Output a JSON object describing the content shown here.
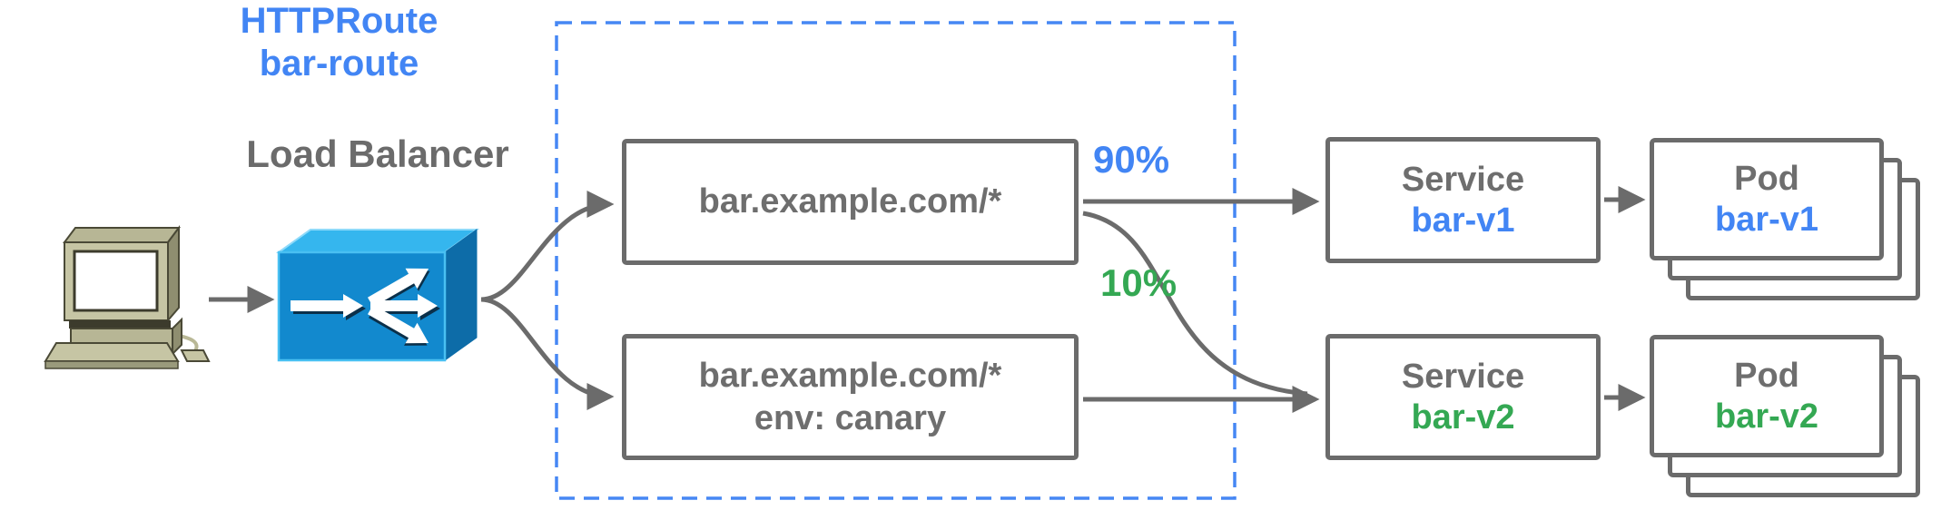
{
  "diagram": {
    "client": {
      "icon": "desktop-computer"
    },
    "load_balancer": {
      "label": "Load Balancer",
      "icon": "load-balancer-traffic-splitter-box"
    },
    "http_route": {
      "kind": "HTTPRoute",
      "name": "bar-route",
      "rules": [
        {
          "match": "bar.example.com/*",
          "weight_label": "90%",
          "weight_color": "#4285f4",
          "target_service": "bar-v1"
        },
        {
          "match": "bar.example.com/*",
          "header": "env: canary",
          "weight_label": "10%",
          "weight_color": "#34a853",
          "target_service": "bar-v2"
        }
      ]
    },
    "services": [
      {
        "type_label": "Service",
        "name": "bar-v1",
        "name_color": "#4285f4"
      },
      {
        "type_label": "Service",
        "name": "bar-v2",
        "name_color": "#34a853"
      }
    ],
    "pods": [
      {
        "type_label": "Pod",
        "name": "bar-v1",
        "name_color": "#4285f4"
      },
      {
        "type_label": "Pod",
        "name": "bar-v2",
        "name_color": "#34a853"
      }
    ],
    "colors": {
      "accent_blue": "#4285f4",
      "accent_green": "#34a853",
      "gray_text": "#6e6e6e",
      "box_border": "#6b6b6b",
      "arrow": "#6b6b6b",
      "dashed_border": "#4687f4",
      "lb_top_face": "#35b6ee",
      "lb_front_face": "#1289ce",
      "lb_side_face": "#0d6ca8",
      "computer_body": "#c6c5a4"
    }
  }
}
